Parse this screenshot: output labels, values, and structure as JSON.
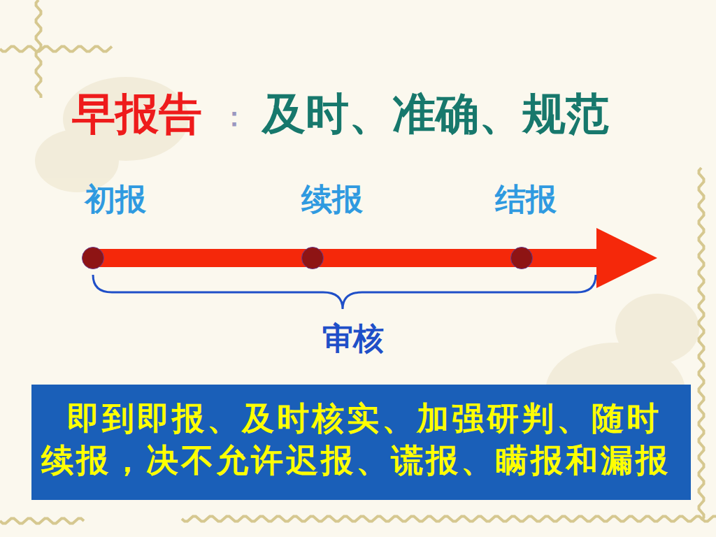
{
  "diagram": {
    "title": "早报告",
    "nodes": [
      {
        "text": [
          "初报"
        ]
      },
      {
        "text": [
          "续报"
        ]
      },
      {
        "text": [
          "结报"
        ]
      },
      {
        "text": [
          "即到即报、及时核实、加强研判、随时续报，决不允许迟报、谎报、瞒报和漏报"
        ]
      }
    ],
    "edges": [
      {
        "from": 0,
        "to": 1,
        "arrow": "none"
      },
      {
        "from": 1,
        "to": 2,
        "arrow": "none"
      }
    ],
    "labels": [
      "：",
      "及时、准确、规范",
      "审核"
    ]
  }
}
